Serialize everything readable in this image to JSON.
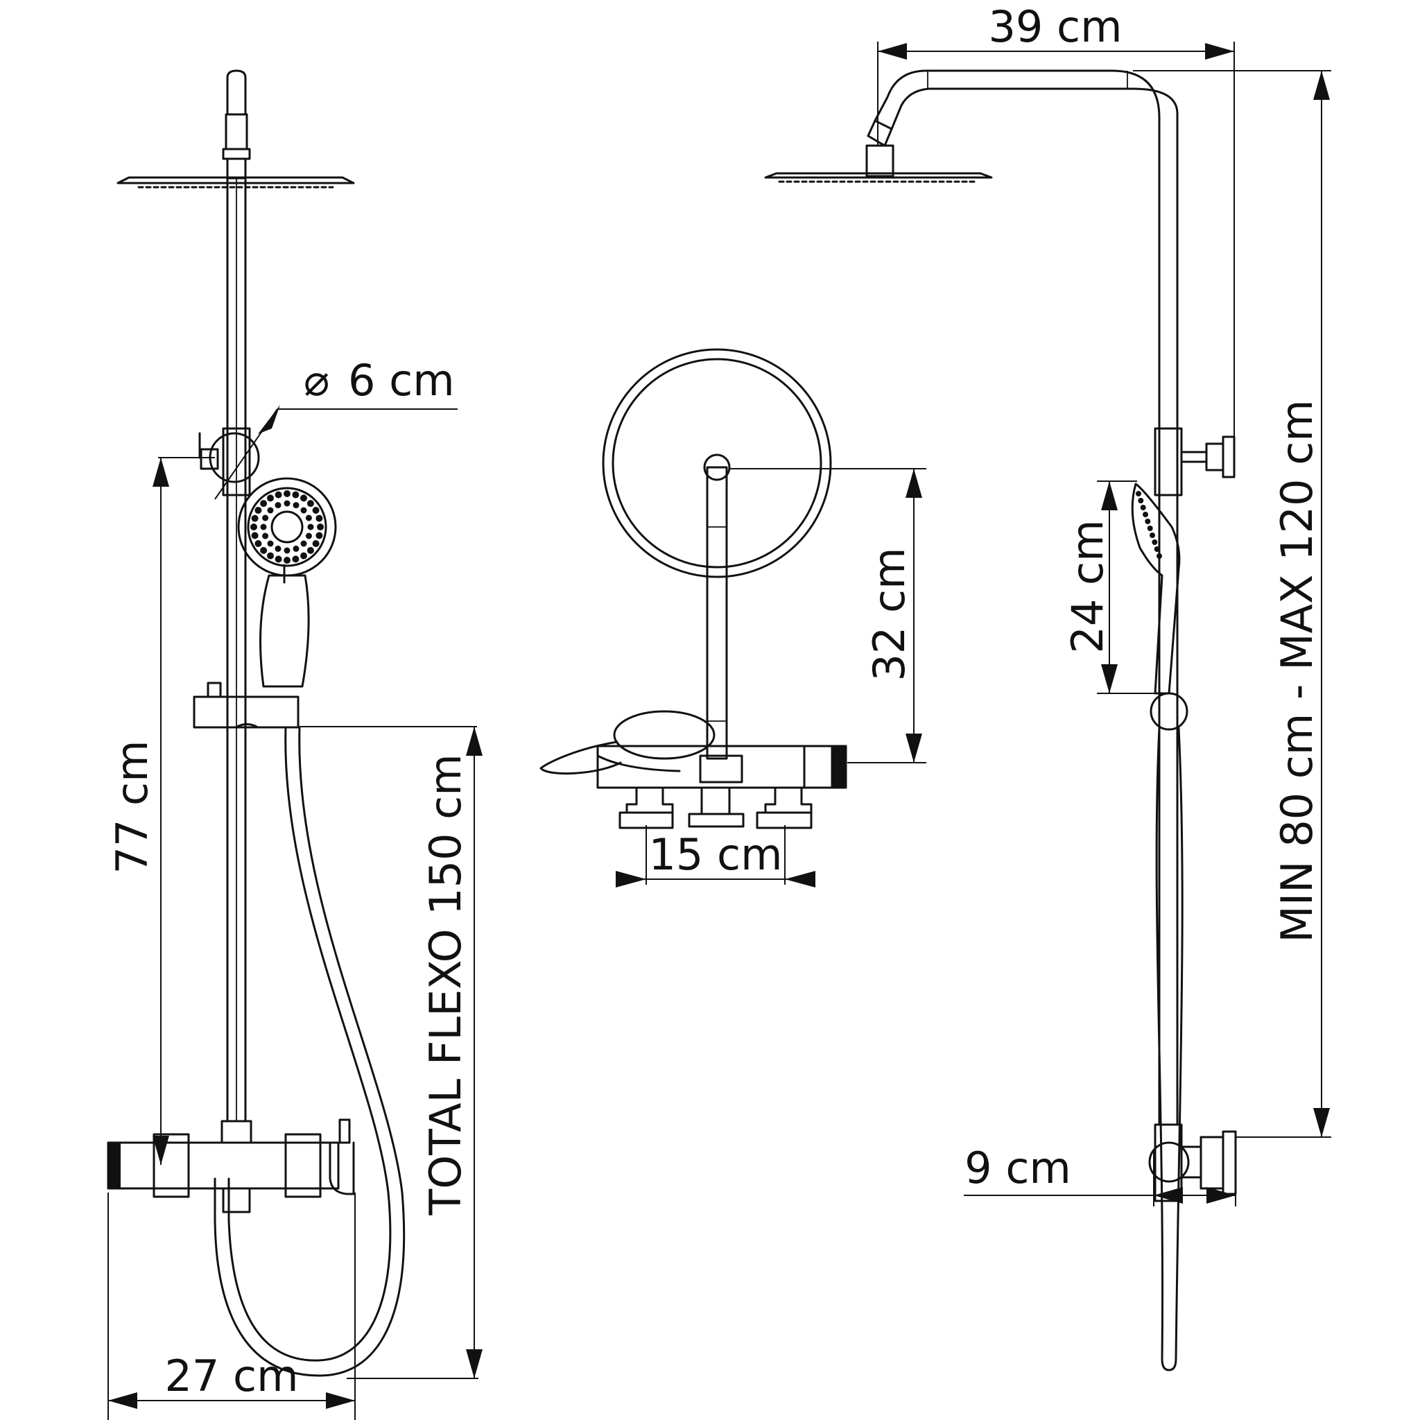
{
  "dimensions": {
    "top_width": "39 cm",
    "diameter": "6 cm",
    "bar_to_valve": "77 cm",
    "hose_length": "TOTAL FLEXO 150 cm",
    "valve_width": "27 cm",
    "arm_to_valve": "32 cm",
    "inlet_spacing": "15 cm",
    "handshower_length": "24 cm",
    "height_range": "MIN 80 cm - MAX 120 cm",
    "wall_offset": "9 cm"
  },
  "diameter_symbol": "⌀",
  "colors": {
    "line": "#111111",
    "background": "#ffffff"
  }
}
